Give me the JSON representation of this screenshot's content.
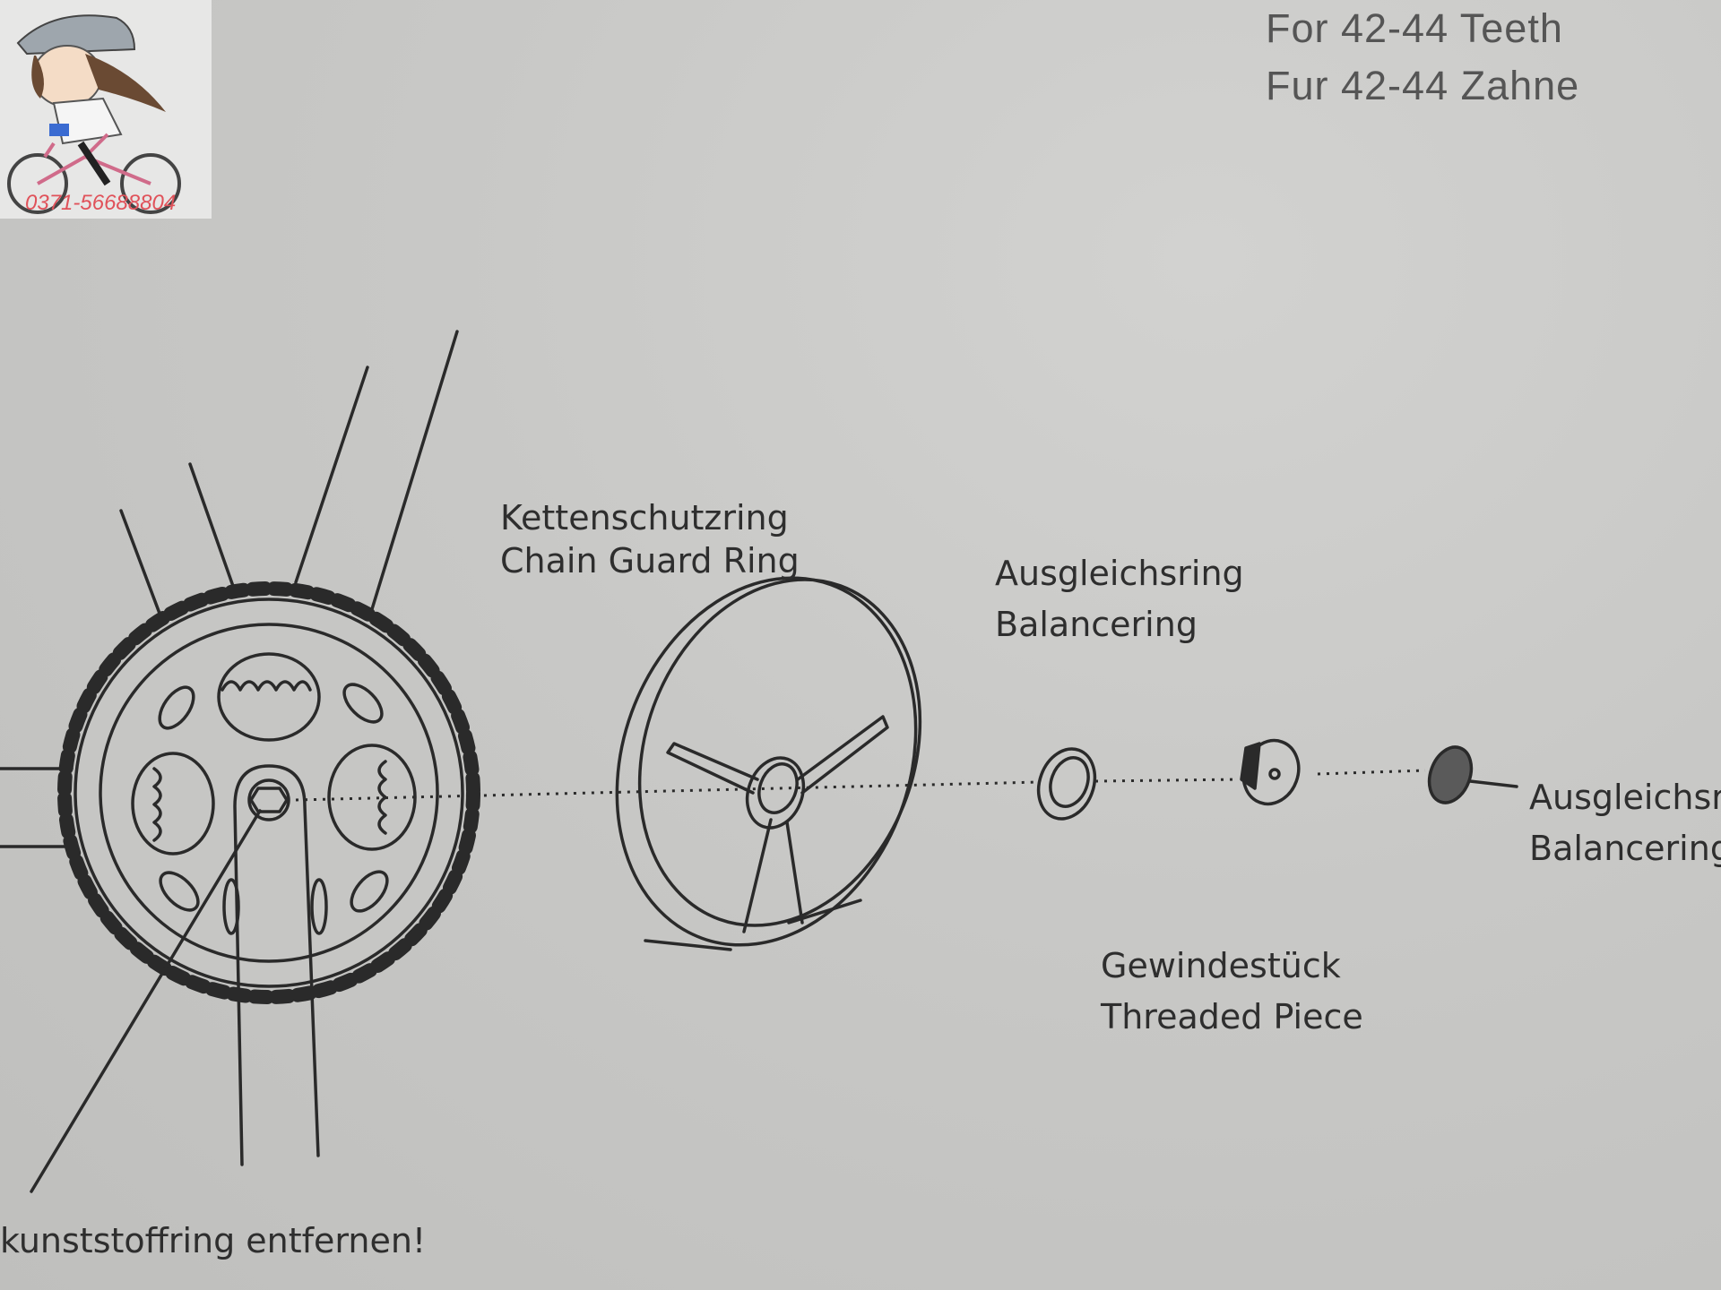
{
  "teeth_note": {
    "line1": "For 42-44 Teeth",
    "line2": "Fur 42-44 Zahne"
  },
  "logo": {
    "phone": "0371-56688804"
  },
  "labels": {
    "chain_guard_ring": {
      "de": "Kettenschutzring",
      "en": "Chain Guard Ring"
    },
    "balancering_1": {
      "de": "Ausgleichsring",
      "en": "Balancering"
    },
    "balancering_2": {
      "de": "Ausgleichsr",
      "en": "Balancering"
    },
    "threaded_piece": {
      "de": "Gewindestück",
      "en": "Threaded Piece"
    },
    "bottom_note": "kunststoffring entfernen!"
  },
  "colors": {
    "paper": "#c6c6c4",
    "ink": "#2e2e2e",
    "logo_phone": "#e0525a"
  },
  "icons": {
    "logo": "cyclist-girl-logo-icon",
    "chainring": "chainring-icon",
    "chain-guard": "chain-guard-ring-icon",
    "balance-ring": "balance-ring-icon",
    "threaded-piece": "threaded-piece-icon",
    "cap": "cap-icon"
  }
}
